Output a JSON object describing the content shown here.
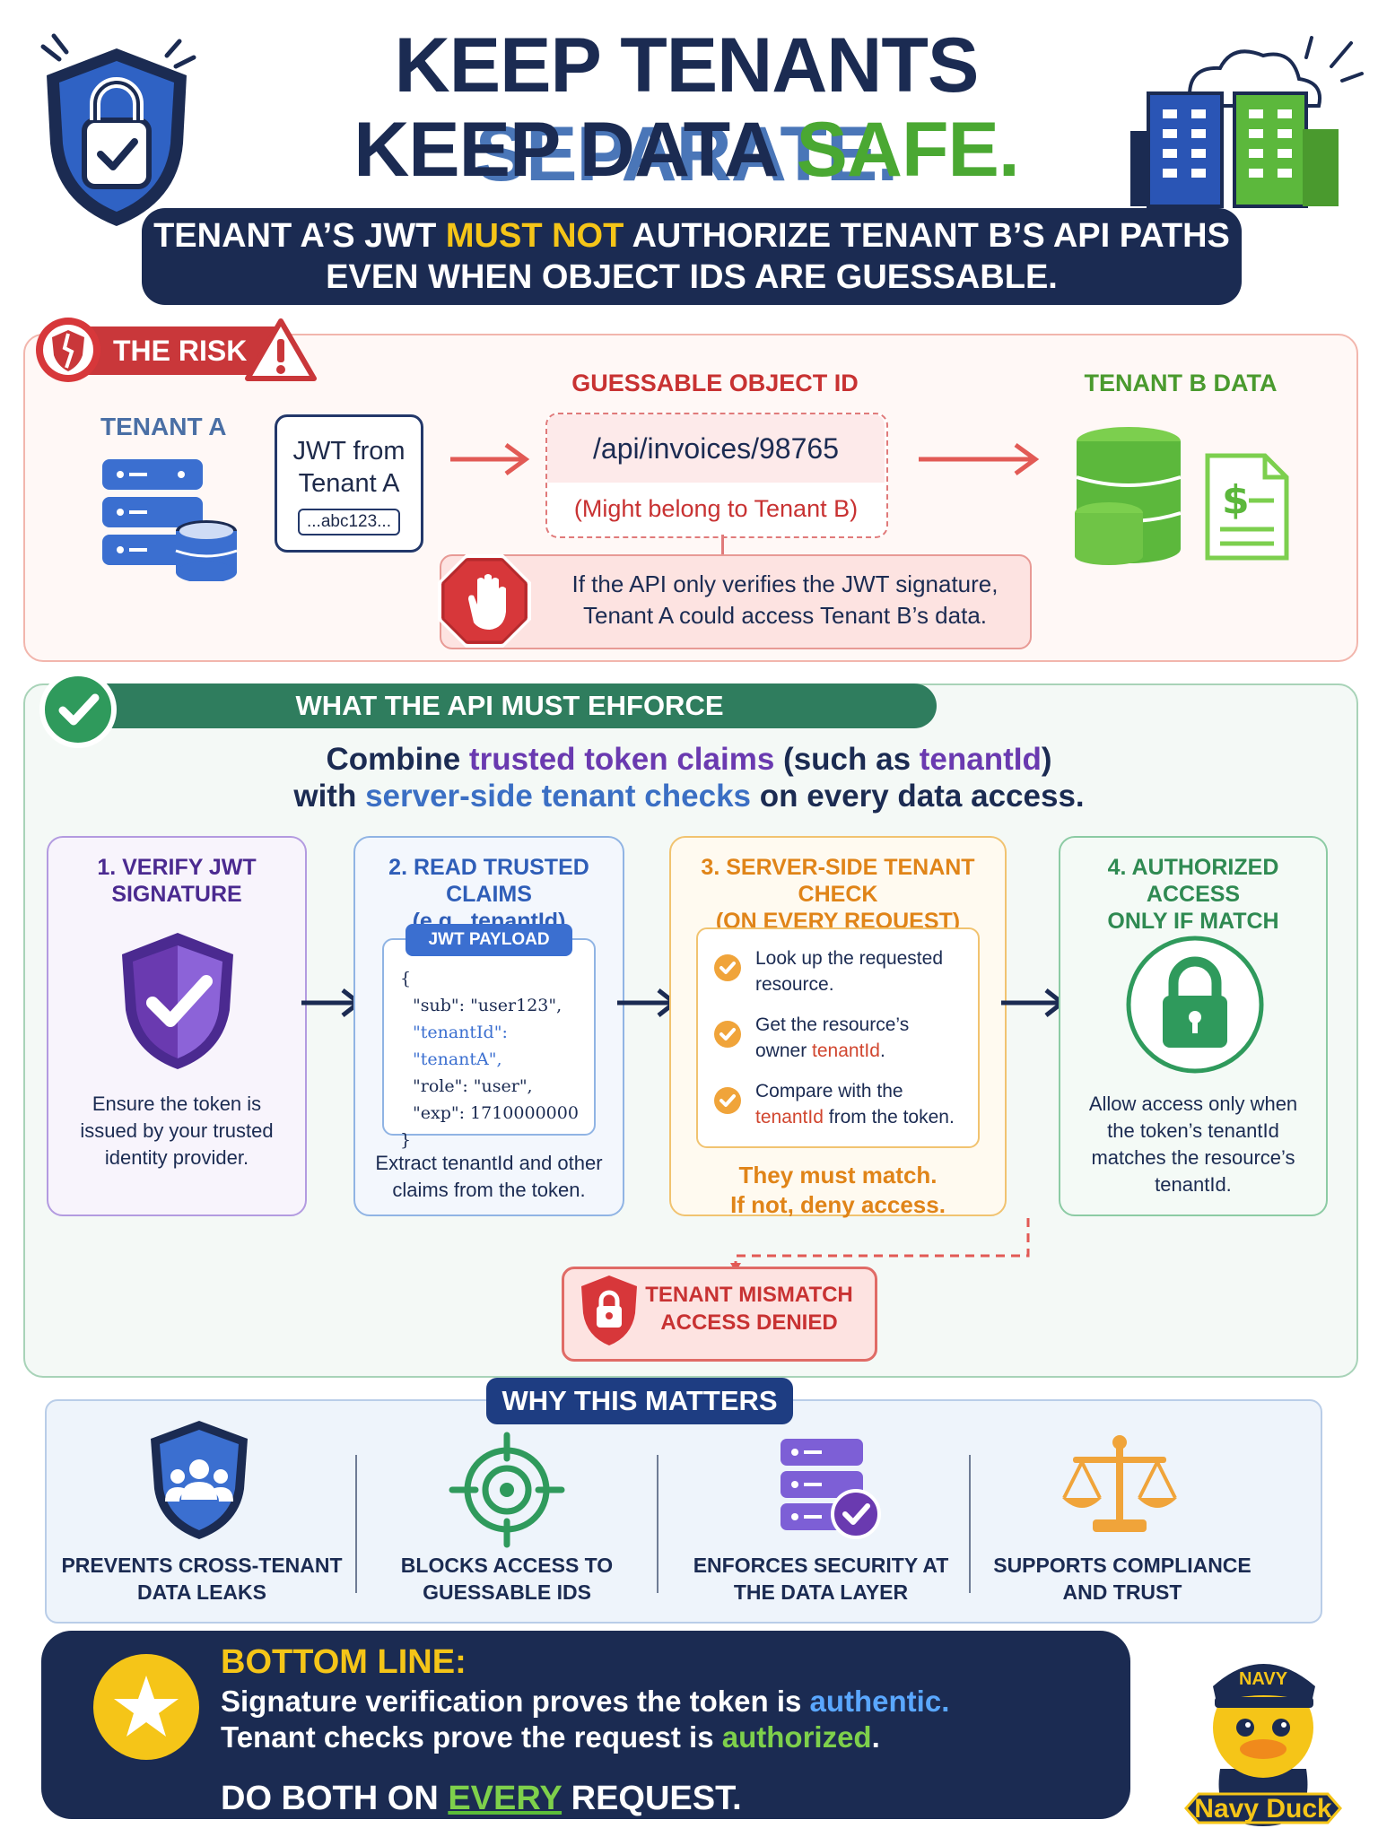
{
  "header": {
    "title_line1_part1": "KEEP TENANTS ",
    "title_line1_part2": "SEPARATE.",
    "title_line2_part1": "KEEP DATA ",
    "title_line2_part2": "SAFE.",
    "banner_part1": "TENANT A’S JWT ",
    "banner_highlight": "MUST NOT",
    "banner_part2": " AUTHORIZE TENANT B’S API PATHS",
    "banner_line2": "EVEN WHEN OBJECT IDS ARE GUESSABLE."
  },
  "risk": {
    "tag": "THE RISK",
    "tenant_a_label": "TENANT A",
    "jwt_line1": "JWT from",
    "jwt_line2": "Tenant A",
    "jwt_token": "...abc123...",
    "guessable_label": "GUESSABLE OBJECT ID",
    "api_path": "/api/invoices/98765",
    "api_note": "(Might belong to Tenant B)",
    "tenant_b_label": "TENANT B DATA",
    "warning_line1": "If the API only verifies the JWT signature,",
    "warning_line2": "Tenant A could access Tenant B’s data."
  },
  "enforce": {
    "bar_title": "WHAT THE API MUST EHFORCE",
    "combine_p1": "Combine ",
    "combine_h1": "trusted token claims",
    "combine_p2": " (such as ",
    "combine_h2": "tenantId",
    "combine_p3": ")",
    "combine_p4": "with ",
    "combine_h3": "server-side tenant checks",
    "combine_p5": " on every data access.",
    "step1_title_l1": "1. VERIFY JWT",
    "step1_title_l2": "SIGNATURE",
    "step1_body_l1": "Ensure the token is",
    "step1_body_l2": "issued by your trusted",
    "step1_body_l3": "identity provider.",
    "step2_title_l1": "2. READ TRUSTED CLAIMS",
    "step2_title_l2": "(e.g., tenantId)",
    "payload_tag": "JWT PAYLOAD",
    "payload_open": "{",
    "payload_sub": "\"sub\": \"user123\",",
    "payload_tenant": "\"tenantId\": \"tenantA\",",
    "payload_role": "\"role\": \"user\",",
    "payload_exp": "\"exp\": 1710000000",
    "payload_close": "}",
    "step2_body_l1": "Extract tenantId and other",
    "step2_body_l2": "claims from the token.",
    "step3_title_l1": "3. SERVER-SIDE TENANT CHECK",
    "step3_title_l2": "(ON EVERY REQUEST)",
    "check1_l1": "Look up the requested",
    "check1_l2": "resource.",
    "check2_l1": "Get the resource’s",
    "check2_l2a": "owner ",
    "check2_l2b": "tenantId",
    "check2_l2c": ".",
    "check3_l1": "Compare with the",
    "check3_l2a": "tenantId",
    "check3_l2b": " from the token.",
    "must_l1": "They must match.",
    "must_l2": "If not, deny access.",
    "step4_title_l1": "4. AUTHORIZED ACCESS",
    "step4_title_l2": "ONLY IF MATCH",
    "step4_body_l1": "Allow access only when",
    "step4_body_l2": "the token’s tenantId",
    "step4_body_l3": "matches the resource’s",
    "step4_body_l4": "tenantId.",
    "denied_l1": "TENANT MISMATCH",
    "denied_l2": "ACCESS DENIED"
  },
  "why": {
    "title": "WHY THIS MATTERS",
    "items": [
      {
        "l1": "PREVENTS CROSS-TENANT",
        "l2": "DATA LEAKS"
      },
      {
        "l1": "BLOCKS ACCESS TO",
        "l2": "GUESSABLE IDS"
      },
      {
        "l1": "ENFORCES SECURITY AT",
        "l2": "THE DATA LAYER"
      },
      {
        "l1": "SUPPORTS COMPLIANCE",
        "l2": "AND TRUST"
      }
    ]
  },
  "bottom": {
    "title": "BOTTOM LINE:",
    "line1_a": "Signature verification proves the token is ",
    "line1_b": "authentic.",
    "line2_a": "Tenant checks prove the request is ",
    "line2_b": "authorized",
    "line2_c": ".",
    "final_a": "DO BOTH ON ",
    "final_b": "EVERY",
    "final_c": " REQUEST."
  },
  "mascot": {
    "hat_text": "NAVY",
    "name": "Navy Duck"
  },
  "colors": {
    "navy": "#1b2b52",
    "accent_blue": "#4a76b8",
    "accent_green": "#4aa832",
    "accent_yellow": "#f5c518",
    "risk_red": "#c9373a",
    "enforce_green": "#2f7d5e"
  }
}
